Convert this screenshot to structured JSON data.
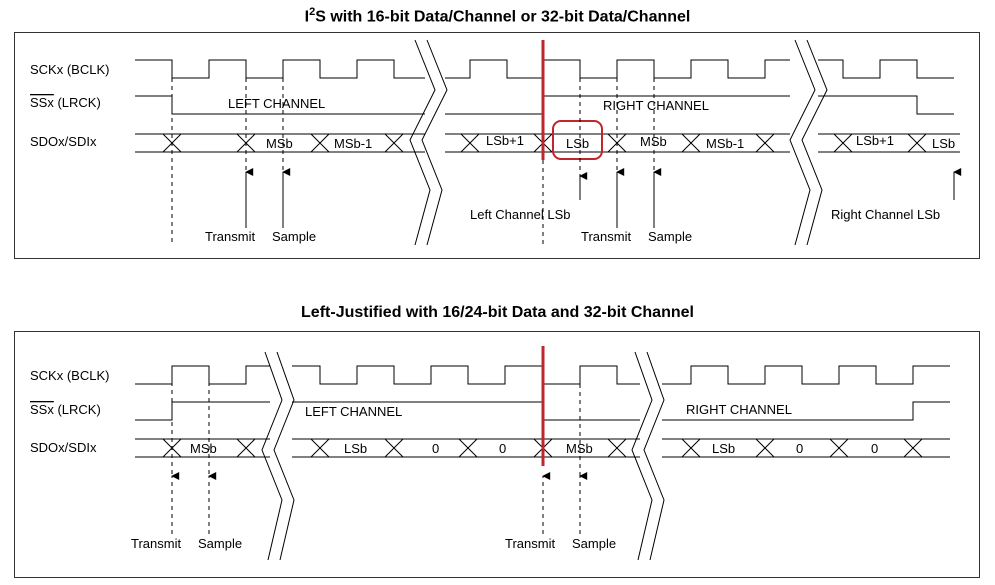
{
  "colors": {
    "marker": "#c0272d",
    "line": "#000000",
    "border": "#333333"
  },
  "diagram_top": {
    "title_prefix": "I",
    "title_sup": "2",
    "title_rest": "S with 16-bit Data/Channel or 32-bit Data/Channel",
    "sck_label": "SCKx (BCLK)",
    "ss_label_bar": "SSx",
    "ss_label_rest": " (LRCK)",
    "sdo_label": "SDOx/SDIx",
    "left_channel": "LEFT CHANNEL",
    "right_channel": "RIGHT CHANNEL",
    "bits": {
      "msb_l": "MSb",
      "msb1_l": "MSb-1",
      "lsb1_l": "LSb+1",
      "lsb_boxed": "LSb",
      "msb_r": "MSb",
      "msb1_r": "MSb-1",
      "lsb1_r": "LSb+1",
      "lsb_r": "LSb"
    },
    "transmit_l": "Transmit",
    "sample_l": "Sample",
    "left_ch_lsb": "Left Channel LSb",
    "transmit_r": "Transmit",
    "sample_r": "Sample",
    "right_ch_lsb": "Right Channel LSb"
  },
  "diagram_bottom": {
    "title": "Left-Justified with 16/24-bit Data and 32-bit Channel",
    "sck_label": "SCKx (BCLK)",
    "ss_label_bar": "SSx",
    "ss_label_rest": " (LRCK)",
    "sdo_label": "SDOx/SDIx",
    "left_channel": "LEFT CHANNEL",
    "right_channel": "RIGHT CHANNEL",
    "bits": {
      "msb_l": "MSb",
      "lsb_l": "LSb",
      "zero_l1": "0",
      "zero_l2": "0",
      "msb_r": "MSb",
      "lsb_r": "LSb",
      "zero_r1": "0",
      "zero_r2": "0"
    },
    "transmit_l": "Transmit",
    "sample_l": "Sample",
    "transmit_r": "Transmit",
    "sample_r": "Sample"
  }
}
